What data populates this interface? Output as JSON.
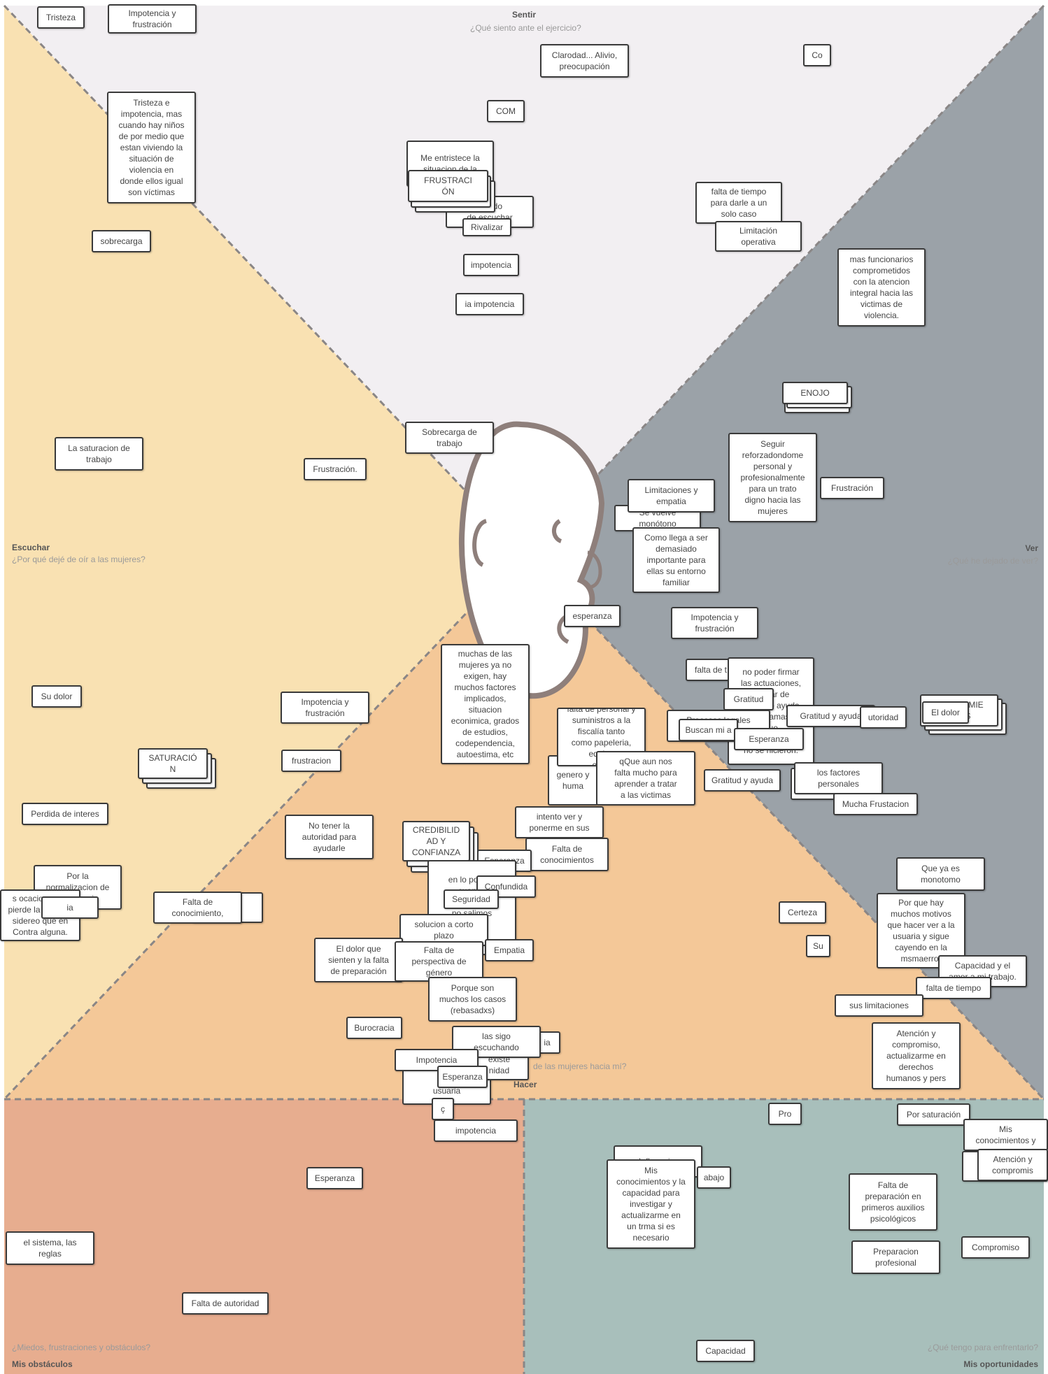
{
  "sections": {
    "sentir": {
      "title": "Sentir",
      "question": "¿Qué siento ante el ejercicio?"
    },
    "escuchar": {
      "title": "Escuchar",
      "question": "¿Por qué dejé de oír a las mujeres?"
    },
    "ver": {
      "title": "Ver",
      "question": "¿Qué he dejado de ver?"
    },
    "hacer": {
      "title": "Hacer",
      "question": "de las mujeres hacia mí?"
    },
    "obstaculos": {
      "title": "Mis obstáculos",
      "question": "¿Miedos, frustraciones y obstáculos?"
    },
    "oportunidades": {
      "title": "Mis oportunidades",
      "question": "¿Qué tengo para enfrentarlo?"
    }
  },
  "colors": {
    "sentir": "#f2eff2",
    "escuchar": "#f9e1b2",
    "ver": "#9ba2a8",
    "hacer": "#f4c898",
    "obstaculos": "#e7ad8f",
    "oportunidades": "#a8bfbb",
    "divider": "#8a8686",
    "head_outline": "#8e7f7b"
  },
  "notes": [
    {
      "text": "Tristeza"
    },
    {
      "text": "Impotencia y\nfrustración"
    },
    {
      "text": "Clarodad... Alivio,\npreocupación"
    },
    {
      "text": "Co"
    },
    {
      "text": "COM"
    },
    {
      "text": "Tristeza e\nimpotencia, mas\ncuando hay niños\nde por medio que\nestan viviendo la\nsituación de\nviolencia en\ndonde ellos igual\nson víctimas"
    },
    {
      "text": "dejado\nde escuchar"
    },
    {
      "text": "Me entristece la\nsituacion de la"
    },
    {
      "text": ""
    },
    {
      "text": ""
    },
    {
      "text": "FRUSTRACI\nÓN"
    },
    {
      "text": "Rivalizar"
    },
    {
      "text": "falta de tiempo\npara darle a un\nsolo caso"
    },
    {
      "text": "Limitación\noperativa"
    },
    {
      "text": "sobrecarga"
    },
    {
      "text": "impotencia"
    },
    {
      "text": "mas funcionarios\ncomprometidos\ncon la atencion\nintegral hacia las\nvictimas de\nviolencia."
    },
    {
      "text": "ia impotencia"
    },
    {
      "text": ""
    },
    {
      "text": ""
    },
    {
      "text": "ENOJO"
    },
    {
      "text": "Sobrecarga de\ntrabajo"
    },
    {
      "text": "La saturacion de\ntrabajo"
    },
    {
      "text": "Frustración."
    },
    {
      "text": "Seguir\nreforzadondome\npersonal y\nprofesionalmente\npara un trato\ndigno hacia las\nmujeres"
    },
    {
      "text": "Frustración"
    },
    {
      "text": "Se vuelve\nmonótono"
    },
    {
      "text": "Limitaciones y\nempatia"
    },
    {
      "text": "Como llega a ser\ndemasiado\nimportante para\nellas su entorno\nfamiliar"
    },
    {
      "text": "esperanza"
    },
    {
      "text": "Impotencia y\nfrustración"
    },
    {
      "text": "muchas de las\nmujeres ya no\nexigen, hay\nmuchos factores\nimplicados,\nsituacion\neconimica, grados\nde estudios,\ncodependencia,\nautoestima, etc"
    },
    {
      "text": "falta de t"
    },
    {
      "text": "Su dolor"
    },
    {
      "text": "Impotencia y\nfrustración"
    },
    {
      "text": "no poder firmar\nlas actuaciones,\nbuscar de\npidiendo ayuda\nlas llamas\nque\nno aparecen y/o\nno se hicieron."
    },
    {
      "text": "Gratitud"
    },
    {
      "text": "Procesos legales\nlargos"
    },
    {
      "text": "Buscan mi a"
    },
    {
      "text": "Gratitud y ayuda"
    },
    {
      "text": "utoridad"
    },
    {
      "text": "Esperanza"
    },
    {
      "text": ""
    },
    {
      "text": ""
    },
    {
      "text": "CONOCIMIE\nNTOS"
    },
    {
      "text": "El dolor"
    },
    {
      "text": ""
    },
    {
      "text": ""
    },
    {
      "text": "SATURACIÓ\nN"
    },
    {
      "text": "frustracion"
    },
    {
      "text": "genero y\nhuma"
    },
    {
      "text": "falta de personal y\nsuministros a la\nfiscalía tanto\ncomo papeleria,\nequipo\necon"
    },
    {
      "text": "qQue aun nos\nfalta mucho para\naprender a tratar\na las victimas"
    },
    {
      "text": "Gratitud y ayuda"
    },
    {
      "text": ""
    },
    {
      "text": "los factores\npersonales"
    },
    {
      "text": "Mucha Frustacion"
    },
    {
      "text": "Perdida de interes"
    },
    {
      "text": "No tener la\nautoridad para\nayudarle"
    },
    {
      "text": "intento ver y\nponerme en sus"
    },
    {
      "text": ""
    },
    {
      "text": ""
    },
    {
      "text": "CREDIBILID\nAD Y\nCONFIANZA"
    },
    {
      "text": "Falta de\nconocimientos"
    },
    {
      "text": "Esperanza"
    },
    {
      "text": "Que ya es\nmonotomo"
    },
    {
      "text": "Por la\nnormalizacion de\nla violencia"
    },
    {
      "text": "s ocaciones se\npierde la empatia\nsidereo que en\nContra alguna."
    },
    {
      "text": "ia"
    },
    {
      "text": "Falta de\nconocimiento,"
    },
    {
      "text": "ia"
    },
    {
      "text": "en lo posible\ncuando\nno me veo\nno salimos\ny\nveo"
    },
    {
      "text": "Confundida"
    },
    {
      "text": "Seguridad"
    },
    {
      "text": "Por que hay\nmuchos motivos\nque hacer ver a la\nusuaria y sigue\ncayendo en la\nmsmaerror"
    },
    {
      "text": "Certeza"
    },
    {
      "text": "solucion a corto\nplazo"
    },
    {
      "text": "El dolor que\nsienten y la falta\nde preparación"
    },
    {
      "text": "Falta de\nperspectiva de\ngénero"
    },
    {
      "text": "Empatia"
    },
    {
      "text": "Su"
    },
    {
      "text": "Capacidad y el\namor a mi trabajo."
    },
    {
      "text": "falta de tiempo"
    },
    {
      "text": "Porque son\nmuchos los casos\n(rebasadxs)"
    },
    {
      "text": "sus limitaciones"
    },
    {
      "text": "Burocracia"
    },
    {
      "text": "Atención y\ncompromiso,\nactualizarme en\nderechos\nhumanos y pers"
    },
    {
      "text": "ia"
    },
    {
      "text": "por\nzapa\nusuaria"
    },
    {
      "text": "existe\nnidad"
    },
    {
      "text": "las sigo\nescuchando"
    },
    {
      "text": "Impotencia"
    },
    {
      "text": "Esperanza"
    },
    {
      "text": "ç"
    },
    {
      "text": "impotencia"
    },
    {
      "text": "Pro"
    },
    {
      "text": "Por saturación"
    },
    {
      "text": "Mis\nconocimientos y"
    },
    {
      "text": ""
    },
    {
      "text": "Atención y\ncompromis"
    },
    {
      "text": "Influenciar"
    },
    {
      "text": "abajo"
    },
    {
      "text": "Mis\nconocimientos y la\ncapacidad para\ninvestigar y\nactualizarme en\nun trma si es\nnecesario"
    },
    {
      "text": "Esperanza"
    },
    {
      "text": "Falta de\npreparación en\nprimeros auxilios\npsicológicos"
    },
    {
      "text": "el sistema, las\nreglas"
    },
    {
      "text": "Compromiso"
    },
    {
      "text": "Preparacion\nprofesional"
    },
    {
      "text": "Falta de autoridad"
    },
    {
      "text": "Capacidad"
    }
  ]
}
